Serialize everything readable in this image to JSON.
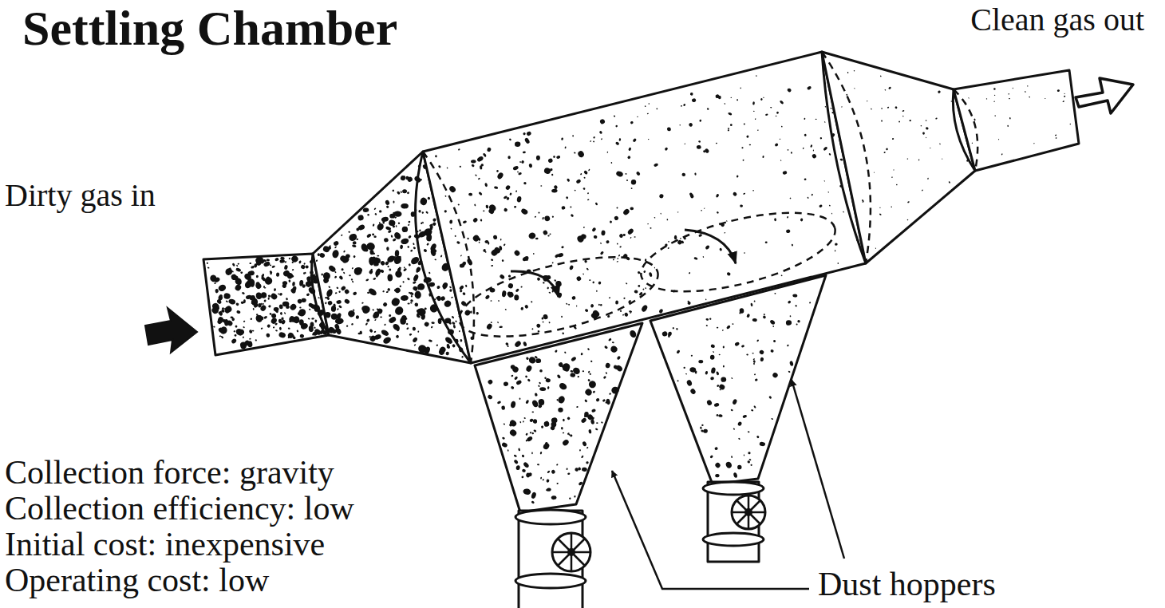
{
  "diagram": {
    "title": "Settling Chamber",
    "labels": [
      "Clean gas out",
      "Dirty gas in",
      "Collection force: gravity",
      "Collection efficiency: low",
      "Initial cost: inexpensive",
      "Operating cost: low",
      "Dust hoppers"
    ]
  }
}
